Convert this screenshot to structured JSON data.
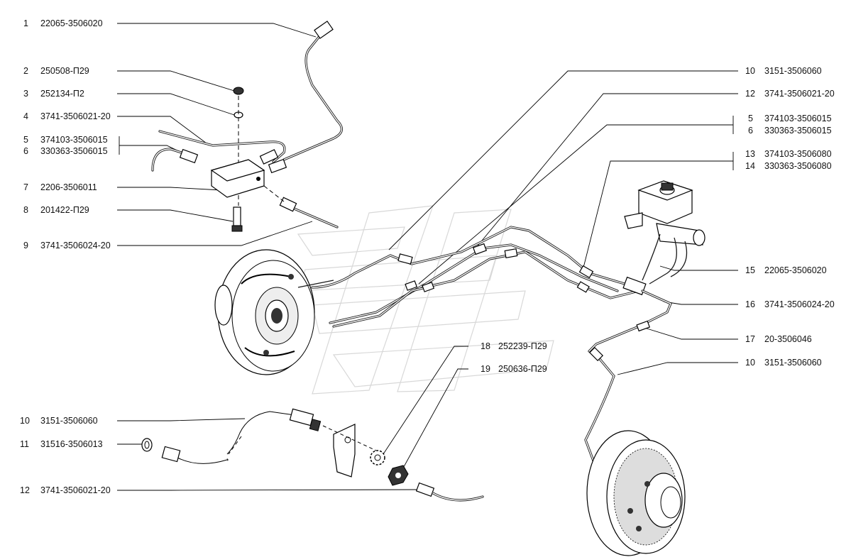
{
  "diagram": {
    "callouts": [
      {
        "num": "1",
        "code": "22065-3506020"
      },
      {
        "num": "2",
        "code": "250508-П29"
      },
      {
        "num": "3",
        "code": "252134-П2"
      },
      {
        "num": "4",
        "code": "3741-3506021-20"
      },
      {
        "num": "5",
        "code": "374103-3506015"
      },
      {
        "num": "6",
        "code": "330363-3506015"
      },
      {
        "num": "7",
        "code": "2206-3506011"
      },
      {
        "num": "8",
        "code": "201422-П29"
      },
      {
        "num": "9",
        "code": "3741-3506024-20"
      },
      {
        "num": "10",
        "code": "3151-3506060"
      },
      {
        "num": "12",
        "code": "3741-3506021-20"
      },
      {
        "num": "5",
        "code": "374103-3506015"
      },
      {
        "num": "6",
        "code": "330363-3506015"
      },
      {
        "num": "13",
        "code": "374103-3506080"
      },
      {
        "num": "14",
        "code": "330363-3506080"
      },
      {
        "num": "15",
        "code": "22065-3506020"
      },
      {
        "num": "16",
        "code": "3741-3506024-20"
      },
      {
        "num": "17",
        "code": "20-3506046"
      },
      {
        "num": "10",
        "code": "3151-3506060"
      },
      {
        "num": "18",
        "code": "252239-П29"
      },
      {
        "num": "19",
        "code": "250636-П29"
      },
      {
        "num": "10",
        "code": "3151-3506060"
      },
      {
        "num": "11",
        "code": "31516-3506013"
      },
      {
        "num": "12",
        "code": "3741-3506021-20"
      }
    ]
  }
}
